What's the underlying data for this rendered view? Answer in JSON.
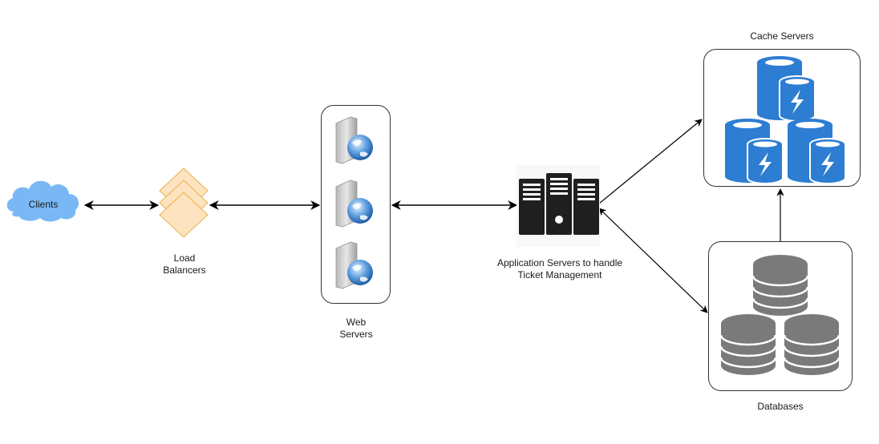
{
  "diagram": {
    "nodes": {
      "clients": {
        "label": "Clients",
        "color": "#7ab8f5"
      },
      "load_balancers": {
        "label_line1": "Load",
        "label_line2": "Balancers",
        "color": "#fde3c0",
        "stroke": "#e8b04a"
      },
      "web_servers": {
        "label_line1": "Web",
        "label_line2": "Servers",
        "count": 3
      },
      "app_servers": {
        "label_line1": "Application Servers to handle",
        "label_line2": "Ticket Management",
        "color": "#1f1f1f"
      },
      "cache_servers": {
        "label": "Cache Servers",
        "color": "#2d7dd2",
        "count": 3
      },
      "databases": {
        "label": "Databases",
        "color": "#7a7a7a",
        "count": 3
      }
    },
    "edges": [
      {
        "from": "clients",
        "to": "load_balancers",
        "direction": "both"
      },
      {
        "from": "load_balancers",
        "to": "web_servers",
        "direction": "both"
      },
      {
        "from": "web_servers",
        "to": "app_servers",
        "direction": "both"
      },
      {
        "from": "app_servers",
        "to": "cache_servers",
        "direction": "forward"
      },
      {
        "from": "app_servers",
        "to": "databases",
        "direction": "both"
      },
      {
        "from": "databases",
        "to": "cache_servers",
        "direction": "forward"
      }
    ]
  }
}
